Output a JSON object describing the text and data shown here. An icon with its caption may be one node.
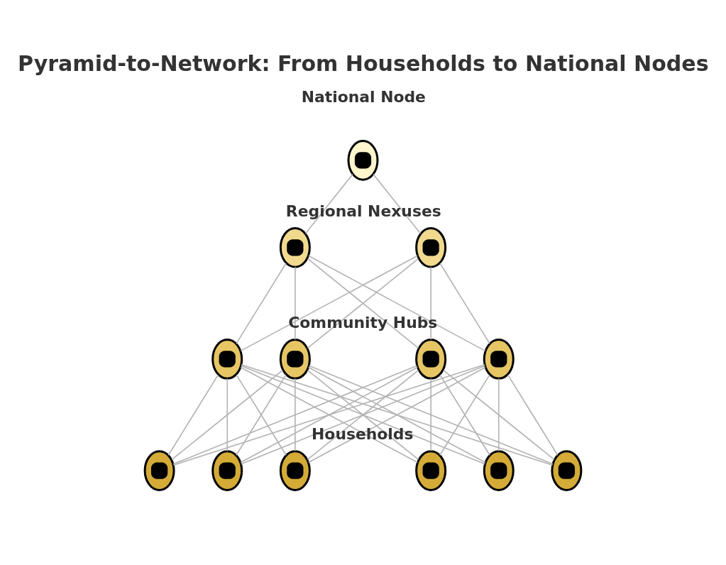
{
  "diagram": {
    "title": "Pyramid-to-Network: From Households to National Nodes",
    "nodes": [
      {
        "text": [],
        "shape": "circle"
      },
      {
        "text": [],
        "shape": "circle"
      },
      {
        "text": [],
        "shape": "circle"
      },
      {
        "text": [],
        "shape": "circle"
      },
      {
        "text": [],
        "shape": "circle"
      },
      {
        "text": [],
        "shape": "circle"
      },
      {
        "text": [],
        "shape": "circle"
      },
      {
        "text": [],
        "shape": "circle"
      },
      {
        "text": [],
        "shape": "circle"
      },
      {
        "text": [],
        "shape": "circle"
      },
      {
        "text": [],
        "shape": "circle"
      },
      {
        "text": [],
        "shape": "circle"
      },
      {
        "text": [],
        "shape": "circle"
      }
    ],
    "edges": [
      {
        "from": 0,
        "to": 1,
        "arrow": "none"
      },
      {
        "from": 0,
        "to": 2,
        "arrow": "none"
      },
      {
        "from": 1,
        "to": 3,
        "arrow": "none"
      },
      {
        "from": 1,
        "to": 4,
        "arrow": "none"
      },
      {
        "from": 1,
        "to": 5,
        "arrow": "none"
      },
      {
        "from": 1,
        "to": 6,
        "arrow": "none"
      },
      {
        "from": 2,
        "to": 3,
        "arrow": "none"
      },
      {
        "from": 2,
        "to": 4,
        "arrow": "none"
      },
      {
        "from": 2,
        "to": 5,
        "arrow": "none"
      },
      {
        "from": 2,
        "to": 6,
        "arrow": "none"
      },
      {
        "from": 3,
        "to": 7,
        "arrow": "none"
      },
      {
        "from": 3,
        "to": 8,
        "arrow": "none"
      },
      {
        "from": 3,
        "to": 9,
        "arrow": "none"
      },
      {
        "from": 3,
        "to": 10,
        "arrow": "none"
      },
      {
        "from": 3,
        "to": 11,
        "arrow": "none"
      },
      {
        "from": 3,
        "to": 12,
        "arrow": "none"
      },
      {
        "from": 4,
        "to": 7,
        "arrow": "none"
      },
      {
        "from": 4,
        "to": 8,
        "arrow": "none"
      },
      {
        "from": 4,
        "to": 9,
        "arrow": "none"
      },
      {
        "from": 4,
        "to": 10,
        "arrow": "none"
      },
      {
        "from": 4,
        "to": 11,
        "arrow": "none"
      },
      {
        "from": 4,
        "to": 12,
        "arrow": "none"
      },
      {
        "from": 5,
        "to": 7,
        "arrow": "none"
      },
      {
        "from": 5,
        "to": 8,
        "arrow": "none"
      },
      {
        "from": 5,
        "to": 9,
        "arrow": "none"
      },
      {
        "from": 5,
        "to": 10,
        "arrow": "none"
      },
      {
        "from": 5,
        "to": 11,
        "arrow": "none"
      },
      {
        "from": 5,
        "to": 12,
        "arrow": "none"
      },
      {
        "from": 6,
        "to": 7,
        "arrow": "none"
      },
      {
        "from": 6,
        "to": 8,
        "arrow": "none"
      },
      {
        "from": 6,
        "to": 9,
        "arrow": "none"
      },
      {
        "from": 6,
        "to": 10,
        "arrow": "none"
      },
      {
        "from": 6,
        "to": 11,
        "arrow": "none"
      },
      {
        "from": 6,
        "to": 12,
        "arrow": "none"
      }
    ],
    "labels": [
      "National Node",
      "Regional Nexuses",
      "Community Hubs",
      "Households"
    ]
  }
}
